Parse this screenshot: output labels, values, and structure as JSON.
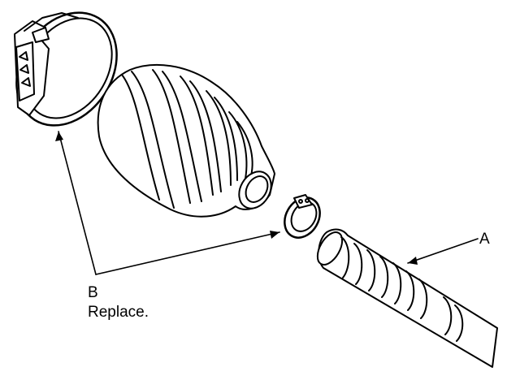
{
  "labels": {
    "a": "A",
    "b": "B",
    "b_note": "Replace."
  },
  "colors": {
    "line": "#000000",
    "background": "#ffffff"
  }
}
